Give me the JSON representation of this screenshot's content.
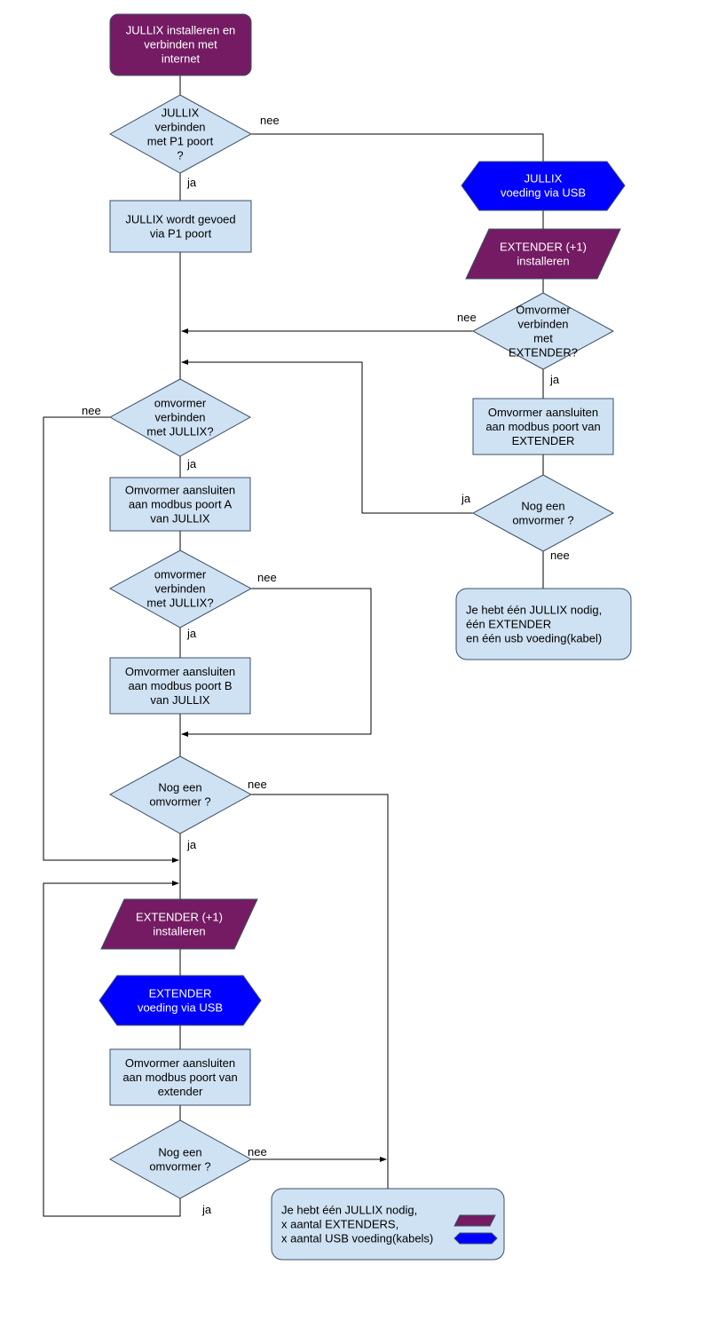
{
  "colors": {
    "purple": "#741B63",
    "blue": "#0000FF",
    "light_blue": "#CFE2F3",
    "border": "#3D4F66",
    "line": "#000000"
  },
  "nodes": {
    "start": {
      "lines": [
        "JULLIX installeren en",
        "verbinden met",
        "internet"
      ]
    },
    "q_p1": {
      "lines": [
        "JULLIX",
        "verbinden",
        "met P1 poort",
        "?"
      ]
    },
    "p1_powered": {
      "lines": [
        "JULLIX wordt gevoed",
        "via P1 poort"
      ]
    },
    "jullix_usb": {
      "lines": [
        "JULLIX",
        "voeding via USB"
      ]
    },
    "ext_install_right": {
      "lines": [
        "EXTENDER (+1)",
        "installeren"
      ]
    },
    "q_ext_connect": {
      "lines": [
        "Omvormer",
        "verbinden",
        "met",
        "EXTENDER?"
      ]
    },
    "ext_connect_box": {
      "lines": [
        "Omvormer aansluiten",
        "aan modbus poort van",
        "EXTENDER"
      ]
    },
    "q_right_more": {
      "lines": [
        "Nog een",
        "omvormer ?"
      ]
    },
    "end_right": {
      "lines": [
        "Je hebt één JULLIX nodig,",
        "één EXTENDER",
        "en één usb voeding(kabel)"
      ]
    },
    "q_jullix_1": {
      "lines": [
        "omvormer",
        "verbinden",
        "met JULLIX?"
      ]
    },
    "port_a": {
      "lines": [
        "Omvormer aansluiten",
        "aan modbus poort A",
        "van JULLIX"
      ]
    },
    "q_jullix_2": {
      "lines": [
        "omvormer",
        "verbinden",
        "met JULLIX?"
      ]
    },
    "port_b": {
      "lines": [
        "Omvormer aansluiten",
        "aan modbus poort B",
        "van JULLIX"
      ]
    },
    "q_left_more_1": {
      "lines": [
        "Nog een",
        "omvormer ?"
      ]
    },
    "ext_install_left": {
      "lines": [
        "EXTENDER (+1)",
        "installeren"
      ]
    },
    "ext_usb": {
      "lines": [
        "EXTENDER",
        "voeding via USB"
      ]
    },
    "ext_port_box": {
      "lines": [
        "Omvormer aansluiten",
        "aan modbus poort van",
        "extender"
      ]
    },
    "q_left_more_2": {
      "lines": [
        "Nog een",
        "omvormer ?"
      ]
    },
    "end_left": {
      "lines": [
        "Je hebt één JULLIX nodig,",
        "x aantal EXTENDERS,",
        "x aantal USB voeding(kabels)"
      ]
    }
  },
  "edge_labels": {
    "q_p1_no": "nee",
    "q_p1_yes": "ja",
    "q_ext_connect_no": "nee",
    "q_ext_connect_yes": "ja",
    "q_right_more_yes": "ja",
    "q_right_more_no": "nee",
    "q_jullix_1_no": "nee",
    "q_jullix_1_yes": "ja",
    "q_jullix_2_no": "nee",
    "q_jullix_2_yes": "ja",
    "q_left_more_1_no": "nee",
    "q_left_more_1_yes": "ja",
    "q_left_more_2_no": "nee",
    "q_left_more_2_yes": "ja"
  }
}
